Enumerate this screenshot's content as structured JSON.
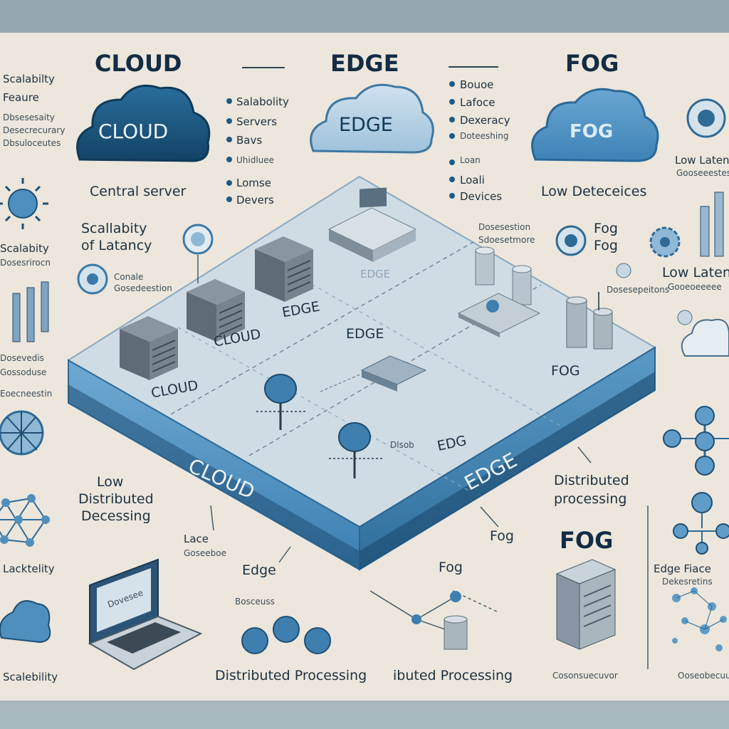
{
  "colors": {
    "panel": "#ece6dc",
    "navy": "#14405f",
    "mid_blue": "#4f8fbe",
    "light_blue": "#a9c8de",
    "platform_top": "#cfdce4",
    "platform_side": "#5b9ac6",
    "text": "#1d3142"
  },
  "header": {
    "cloud": {
      "title": "CLOUD",
      "cloud_label": "CLOUD",
      "sub": "Central server"
    },
    "edge": {
      "title": "EDGE",
      "cloud_label": "EDGE"
    },
    "fog": {
      "title": "FOG",
      "cloud_label": "FOG",
      "sub": "Low Deteceices"
    }
  },
  "cloud_bullets": [
    "Salabolity",
    "Servers",
    "Bavs",
    "Uhidluee",
    "Lomse",
    "Devers"
  ],
  "edge_bullets": [
    "Bouoe",
    "Lafoce",
    "Dexeracy",
    "Doteeshing",
    "Loan",
    "Loali",
    "Devices"
  ],
  "left_column": {
    "top": [
      "Scalabilty",
      "Feaure",
      "Dbsesesaity",
      "Desecrecurary",
      "Dbsuloceutes"
    ],
    "scal_latency_1": "Scallabity",
    "scal_latency_2": "of Latancy",
    "node_caption_1": "Conale",
    "node_caption_2": "Gosedeestion",
    "scalability": "Scalabity",
    "scalability_sub": "Dosesrirocn",
    "mid_1": "Dosevedis",
    "mid_2": "Gossoduse",
    "mid_3": "Eoecneestin",
    "low": "Low",
    "distributed_1": "Distributed",
    "distributed_2": "Decessing",
    "lackability": "Lacktelity",
    "bottom": "Scalebility"
  },
  "platform": {
    "cloud_1": "CLOUD",
    "cloud_2": "CLOUD",
    "edge_1": "EDGE",
    "edge_2": "EDGE",
    "edge_faint": "EDGE",
    "fog": "FOG",
    "front_cloud": "CLOUD",
    "front_edge": "EDGE",
    "edg": "EDG",
    "tiny_label": "Dlsob"
  },
  "fog_right": {
    "caption": "Dosesestion",
    "caption_2": "Sdoesetmore",
    "fog_1": "Fog",
    "fog_2": "Fog",
    "caption_3": "Dosesepeitons"
  },
  "right_column": {
    "low_latency_1": "Low Latency",
    "low_latency_sub": "Gooseeestes",
    "low_latency_2": "Low Latency",
    "low_latency_sub_2": "Gooeoeeeee",
    "edge_fog": "Edge Fiace",
    "edge_fog_sub": "Dekesretins",
    "bottom": "Ooseobecuur"
  },
  "bottom": {
    "lace": "Lace",
    "lace_sub": "Goseeboe",
    "edge": "Edge",
    "edge_sub": "Bosceuss",
    "fog_small": "Fog",
    "fog_small_2": "Fog",
    "fog_big": "FOG",
    "distributed_right_1": "Distributed",
    "distributed_right_2": "processing",
    "dp_1": "Distributed Processing",
    "dp_2": "ibuted Processing",
    "laptop_screen": "Dovesee",
    "bottom_right": "Cosonsuecuvor"
  }
}
